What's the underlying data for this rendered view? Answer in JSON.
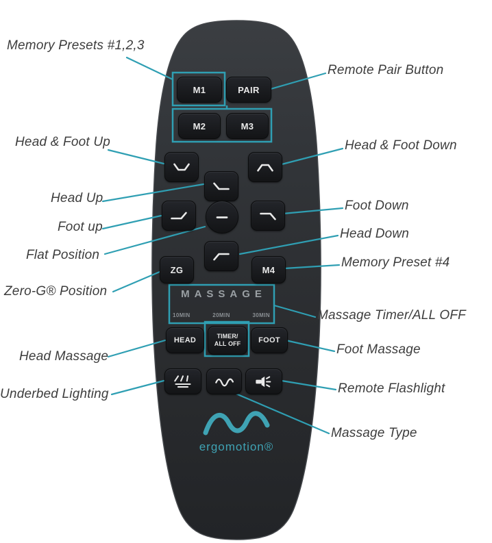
{
  "colors": {
    "callout_teal": "#2f9fb3",
    "label_text": "#3d3d3d",
    "brand_teal": "#3fa3b4",
    "remote_body": "#2c2e31",
    "button_dark": "#17181a",
    "button_text": "#e9e9e9"
  },
  "remote": {
    "buttons": {
      "m1": "M1",
      "pair": "PAIR",
      "m2": "M2",
      "m3": "M3",
      "zg": "ZG",
      "m4": "M4",
      "head": "HEAD",
      "timer_line1": "TIMER/",
      "timer_line2": "ALL OFF",
      "foot": "FOOT"
    },
    "massage_title": "MASSAGE",
    "timer_labels": [
      "10MIN",
      "20MIN",
      "30MIN"
    ],
    "brand": "ergomotion®"
  },
  "callouts": {
    "left": [
      {
        "label": "Memory Presets #1,2,3"
      },
      {
        "label": "Head & Foot Up"
      },
      {
        "label": "Head Up"
      },
      {
        "label": "Foot up"
      },
      {
        "label": "Flat Position"
      },
      {
        "label": "Zero-G® Position"
      },
      {
        "label": "Head Massage"
      },
      {
        "label": "Underbed Lighting"
      }
    ],
    "right": [
      {
        "label": "Remote Pair Button"
      },
      {
        "label": "Head & Foot Down"
      },
      {
        "label": "Foot Down"
      },
      {
        "label": "Head Down"
      },
      {
        "label": "Memory Preset #4"
      },
      {
        "label": "Massage Timer/ALL OFF"
      },
      {
        "label": "Foot Massage"
      },
      {
        "label": "Remote Flashlight"
      },
      {
        "label": "Massage Type"
      }
    ]
  },
  "icons": [
    "head-foot-up-icon",
    "head-up-icon",
    "head-foot-down-icon",
    "foot-up-icon",
    "flat-icon",
    "foot-down-icon",
    "head-down-icon",
    "underbed-lighting-icon",
    "massage-wave-icon",
    "flashlight-icon",
    "brand-wave-icon"
  ]
}
